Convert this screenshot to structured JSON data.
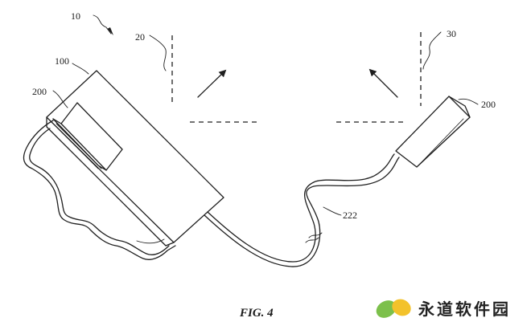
{
  "figure": {
    "caption": "FIG. 4",
    "labels": {
      "ref_10": "10",
      "ref_20": "20",
      "ref_30": "30",
      "ref_100": "100",
      "ref_200_left": "200",
      "ref_200_right": "200",
      "ref_222": "222"
    }
  },
  "watermark": {
    "text": "永道软件园",
    "colors": {
      "leaf_green": "#7cc04b",
      "leaf_yellow": "#f3c22b"
    }
  }
}
